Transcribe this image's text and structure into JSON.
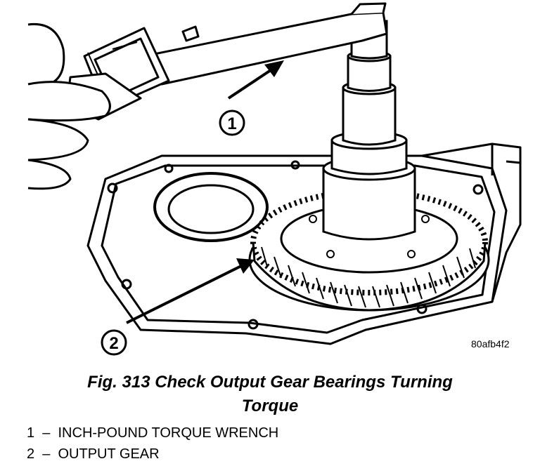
{
  "callouts": [
    {
      "number": "1"
    },
    {
      "number": "2"
    }
  ],
  "figure_code": "80afb4f2",
  "caption": {
    "line1": "Fig. 313 Check Output Gear Bearings Turning",
    "line2": "Torque"
  },
  "legend": [
    {
      "number": "1",
      "dash": "–",
      "label": "INCH-POUND TORQUE WRENCH"
    },
    {
      "number": "2",
      "dash": "–",
      "label": "OUTPUT GEAR"
    }
  ]
}
